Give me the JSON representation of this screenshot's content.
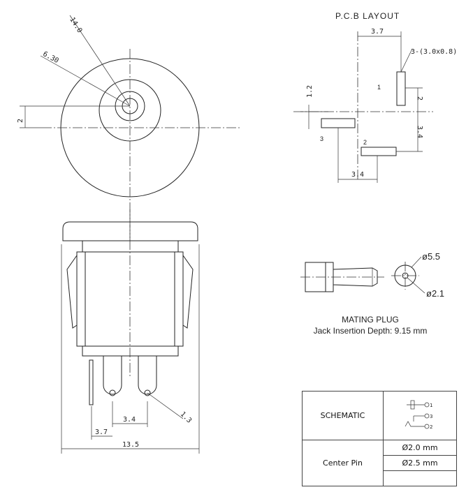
{
  "pcb_layout": {
    "title": "P.C.B LAYOUT",
    "pad_note": "3-(3.0x0.8)",
    "pins": [
      "1",
      "2",
      "3"
    ],
    "dims": [
      "3.7",
      "1.2",
      "2",
      "3.4",
      "3.4"
    ]
  },
  "top_view": {
    "dims": [
      "14.0",
      "6.30",
      "2"
    ]
  },
  "side_view": {
    "dims": [
      "1.3",
      "3.4",
      "3.7",
      "13.5"
    ]
  },
  "mating_plug": {
    "title": "MATING PLUG",
    "subtitle": "Jack Insertion Depth: 9.15 mm",
    "outer_dia": "ø5.5",
    "inner_dia": "ø2.1"
  },
  "table": {
    "schematic_label": "SCHEMATIC",
    "schematic_pins": [
      "1",
      "3",
      "2"
    ],
    "center_pin_label": "Center Pin",
    "center_pin_values": [
      "Ø2.0 mm",
      "Ø2.5 mm"
    ]
  }
}
